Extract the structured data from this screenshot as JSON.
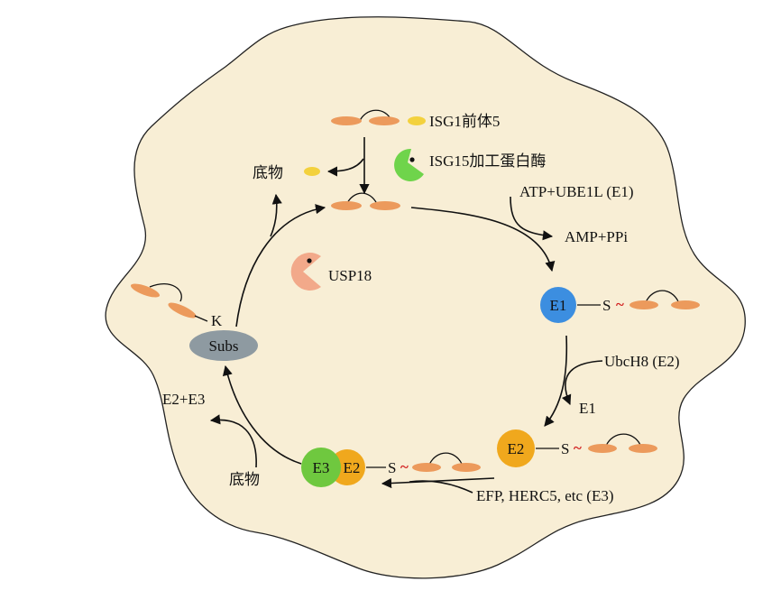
{
  "colors": {
    "cell": "#f8eed5",
    "cell_outline": "#222222",
    "isg_oval": "#ec9a5c",
    "precursor_tail": "#f3d13d",
    "isg15_enzyme": "#6fd44b",
    "usp18": "#f2a98a",
    "e1": "#3c8ee0",
    "e2": "#f0a81d",
    "e3": "#6fc83f",
    "subs": "#8e9aa1",
    "thioester_tilde": "#d21f1f"
  },
  "icons": {
    "isg15_processing_enzyme": "pacman-green-icon",
    "usp18": "pacman-salmon-icon"
  },
  "labels": {
    "precursor": "ISG1前体5",
    "processing_enzyme": "ISG15加工蛋白酶",
    "substrate_top": "底物",
    "atp": "ATP+UBE1L (E1)",
    "amp": "AMP+PPi",
    "usp18": "USP18",
    "e1": "E1",
    "s": "S",
    "tilde": "~",
    "ubch8": "UbcH8 (E2)",
    "e1_release": "E1",
    "e2": "E2",
    "e3_sources": "EFP, HERC5, etc (E3)",
    "e3": "E3",
    "e2_release": "E2+E3",
    "substrate_bottom": "底物",
    "k": "K",
    "subs": "Subs"
  }
}
